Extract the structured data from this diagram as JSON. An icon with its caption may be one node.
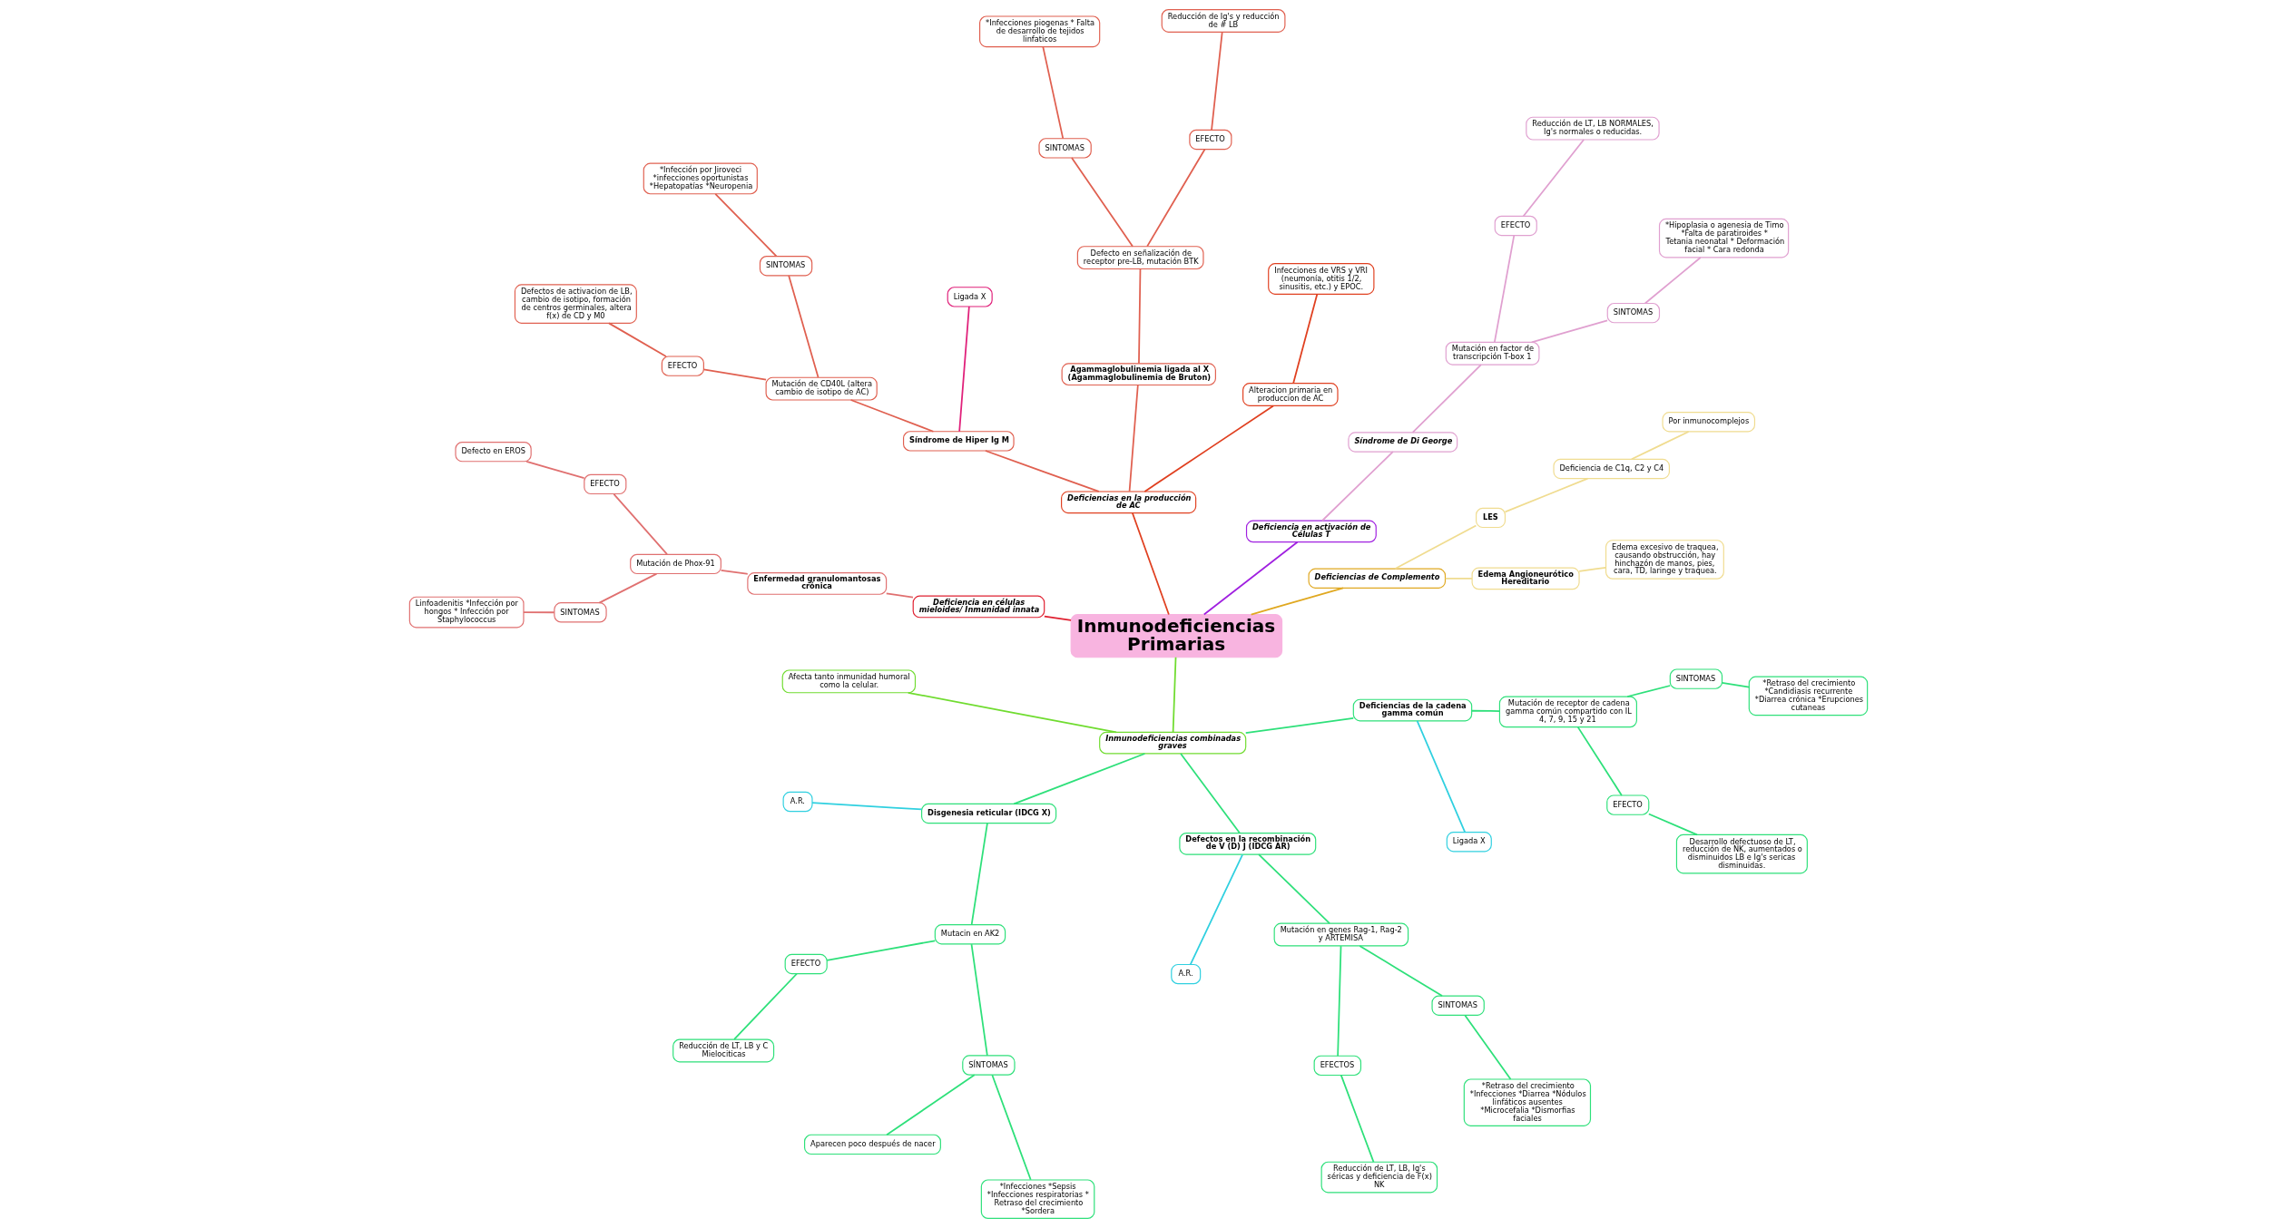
{
  "diagram": {
    "nodes": [
      {
        "text": [
          "Inmunodeficiencias Primarias"
        ]
      },
      {
        "text": [
          "Deficiencias de Complemento"
        ]
      },
      {
        "text": [
          "Edema Angioneurótico Hereditario"
        ]
      },
      {
        "text": [
          "Edema excesivo de traquea, causando obstrucción, hay hinchazón de manos, pies, cara, TD, laringe y traquea."
        ]
      },
      {
        "text": [
          "LES"
        ]
      },
      {
        "text": [
          "Deficiencia de C1q, C2 y C4"
        ]
      },
      {
        "text": [
          "Por inmunocomplejos"
        ]
      },
      {
        "text": [
          "Deficiencia en activación de Células T"
        ]
      },
      {
        "text": [
          "Síndrome de Di George"
        ]
      },
      {
        "text": [
          "*Hipoplasia o agenesia de Timo *Falta de paratiroides * Tetania neonatal * Deformación facial * Cara redonda"
        ]
      },
      {
        "text": [
          "SINTOMAS"
        ]
      },
      {
        "text": [
          "Mutación en factor de transcripción T-box 1"
        ]
      },
      {
        "text": [
          "EFECTO"
        ]
      },
      {
        "text": [
          "Reducción de LT, LB NORMALES, Ig's normales o reducidas."
        ]
      },
      {
        "text": [
          "Deficiencias en la producción de AC"
        ]
      },
      {
        "text": [
          "Alteracion primaria en produccion de AC"
        ]
      },
      {
        "text": [
          "Infecciones de VRS y VRI (neumonía, otitis 1/2, sinusitis, etc.) y EPOC."
        ]
      },
      {
        "text": [
          "Agammaglobulinemia ligada al X (Agammaglobulinemia de Bruton)"
        ]
      },
      {
        "text": [
          "Defecto en señalización de receptor pre-LB, mutación BTK"
        ]
      },
      {
        "text": [
          "EFECTO"
        ]
      },
      {
        "text": [
          "Reducción de Ig's y reducción de # LB"
        ]
      },
      {
        "text": [
          "SINTOMAS"
        ]
      },
      {
        "text": [
          "*Infecciones piogenas * Falta de desarrollo de tejidos linfaticos"
        ]
      },
      {
        "text": [
          "Síndrome de Hiper Ig M"
        ]
      },
      {
        "text": [
          "Ligada X"
        ]
      },
      {
        "text": [
          "Mutación de CD40L (altera cambio de isotipo de AC)"
        ]
      },
      {
        "text": [
          "SINTOMAS"
        ]
      },
      {
        "text": [
          "*Infección por Jiroveci *infecciones oportunistas *Hepatopatías *Neuropenia"
        ]
      },
      {
        "text": [
          "EFECTO"
        ]
      },
      {
        "text": [
          "Defectos de activacion de LB, cambio de isotipo, formación de centros germinales, altera f(x) de CD y M0"
        ]
      },
      {
        "text": [
          "Deficiencia en células mieloides/ Inmunidad innata"
        ]
      },
      {
        "text": [
          "Enfermedad granulomantosas crónica"
        ]
      },
      {
        "text": [
          "Mutación de Phox-91"
        ]
      },
      {
        "text": [
          "EFECTO"
        ]
      },
      {
        "text": [
          "Defecto en EROS"
        ]
      },
      {
        "text": [
          "SINTOMAS"
        ]
      },
      {
        "text": [
          "Linfoadenitis *Infección por hongos * Infección por Staphylococcus"
        ]
      },
      {
        "text": [
          "Inmunodeficiencias combinadas graves"
        ]
      },
      {
        "text": [
          "Afecta tanto inmunidad humoral como la celular."
        ]
      },
      {
        "text": [
          "Disgenesia reticular (IDCG X)"
        ]
      },
      {
        "text": [
          "A.R."
        ]
      },
      {
        "text": [
          "Mutacin en AK2"
        ]
      },
      {
        "text": [
          "EFECTO"
        ]
      },
      {
        "text": [
          "Reducción de LT, LB y C Mielociticas"
        ]
      },
      {
        "text": [
          "SÍNTOMAS"
        ]
      },
      {
        "text": [
          "Aparecen poco después de nacer"
        ]
      },
      {
        "text": [
          "*Infecciones *Sepsis *Infecciones respiratorias * Retraso del crecimiento *Sordera"
        ]
      },
      {
        "text": [
          "Defectos en la recombinación de V (D) J (IDCG AR)"
        ]
      },
      {
        "text": [
          "A.R."
        ]
      },
      {
        "text": [
          "Mutación en genes Rag-1, Rag-2 y ARTEMISA"
        ]
      },
      {
        "text": [
          "EFECTOS"
        ]
      },
      {
        "text": [
          "Reducción de LT, LB, Ig's séricas y deficiencia de F(x) NK"
        ]
      },
      {
        "text": [
          "SINTOMAS"
        ]
      },
      {
        "text": [
          "*Retraso del crecimiento *Infecciones *Diarrea *Nódulos linfáticos ausentes *Microcefalia *Dismorfias faciales"
        ]
      },
      {
        "text": [
          "Deficiencias de la cadena gamma común"
        ]
      },
      {
        "text": [
          "Ligada X"
        ]
      },
      {
        "text": [
          "Mutación de receptor de cadena gamma común compartido con IL 4, 7, 9, 15 y 21"
        ]
      },
      {
        "text": [
          "EFECTO"
        ]
      },
      {
        "text": [
          "Desarrollo defectuoso de LT, reducción de NK, aumentados o disminuidos LB e Ig's sericas disminuidas."
        ]
      },
      {
        "text": [
          "SINTOMAS"
        ]
      },
      {
        "text": [
          "*Retraso del crecimiento *Candidiasis recurrente *Diarrea crónica *Erupciones cutaneas"
        ]
      }
    ],
    "edges": [
      {
        "from": 0,
        "to": 1,
        "arrow": "none",
        "color": "#e0a820"
      },
      {
        "from": 1,
        "to": 2,
        "arrow": "none",
        "color": "#f0dc90"
      },
      {
        "from": 2,
        "to": 3,
        "arrow": "none",
        "color": "#f0dc90"
      },
      {
        "from": 1,
        "to": 4,
        "arrow": "none",
        "color": "#f0dc90"
      },
      {
        "from": 4,
        "to": 5,
        "arrow": "none",
        "color": "#f0dc90"
      },
      {
        "from": 5,
        "to": 6,
        "arrow": "none",
        "color": "#f0dc90"
      },
      {
        "from": 0,
        "to": 7,
        "arrow": "none",
        "color": "#a020e0"
      },
      {
        "from": 7,
        "to": 8,
        "arrow": "none",
        "color": "#e0a0d0"
      },
      {
        "from": 8,
        "to": 11,
        "arrow": "none",
        "color": "#e0a0d0"
      },
      {
        "from": 11,
        "to": 10,
        "arrow": "none",
        "color": "#e0a0d0"
      },
      {
        "from": 10,
        "to": 9,
        "arrow": "none",
        "color": "#e0a0d0"
      },
      {
        "from": 11,
        "to": 12,
        "arrow": "none",
        "color": "#e0a0d0"
      },
      {
        "from": 12,
        "to": 13,
        "arrow": "none",
        "color": "#e0a0d0"
      },
      {
        "from": 0,
        "to": 14,
        "arrow": "none",
        "color": "#e04020"
      },
      {
        "from": 14,
        "to": 15,
        "arrow": "none",
        "color": "#e04020"
      },
      {
        "from": 15,
        "to": 16,
        "arrow": "none",
        "color": "#e04020"
      },
      {
        "from": 14,
        "to": 17,
        "arrow": "none",
        "color": "#e06050"
      },
      {
        "from": 17,
        "to": 18,
        "arrow": "none",
        "color": "#e06050"
      },
      {
        "from": 18,
        "to": 19,
        "arrow": "none",
        "color": "#e06050"
      },
      {
        "from": 19,
        "to": 20,
        "arrow": "none",
        "color": "#e06050"
      },
      {
        "from": 18,
        "to": 21,
        "arrow": "none",
        "color": "#e06050"
      },
      {
        "from": 21,
        "to": 22,
        "arrow": "none",
        "color": "#e06050"
      },
      {
        "from": 14,
        "to": 23,
        "arrow": "none",
        "color": "#e06050"
      },
      {
        "from": 23,
        "to": 24,
        "arrow": "none",
        "color": "#e0207a"
      },
      {
        "from": 23,
        "to": 25,
        "arrow": "none",
        "color": "#e06050"
      },
      {
        "from": 25,
        "to": 26,
        "arrow": "none",
        "color": "#e06050"
      },
      {
        "from": 26,
        "to": 27,
        "arrow": "none",
        "color": "#e06050"
      },
      {
        "from": 25,
        "to": 28,
        "arrow": "none",
        "color": "#e06050"
      },
      {
        "from": 28,
        "to": 29,
        "arrow": "none",
        "color": "#e06050"
      },
      {
        "from": 0,
        "to": 30,
        "arrow": "none",
        "color": "#e02030"
      },
      {
        "from": 30,
        "to": 31,
        "arrow": "none",
        "color": "#e07070"
      },
      {
        "from": 31,
        "to": 32,
        "arrow": "none",
        "color": "#e07070"
      },
      {
        "from": 32,
        "to": 33,
        "arrow": "none",
        "color": "#e07070"
      },
      {
        "from": 33,
        "to": 34,
        "arrow": "none",
        "color": "#e07070"
      },
      {
        "from": 32,
        "to": 35,
        "arrow": "none",
        "color": "#e07070"
      },
      {
        "from": 35,
        "to": 36,
        "arrow": "none",
        "color": "#e07070"
      },
      {
        "from": 0,
        "to": 37,
        "arrow": "none",
        "color": "#70dc30"
      },
      {
        "from": 37,
        "to": 38,
        "arrow": "none",
        "color": "#70dc30"
      },
      {
        "from": 37,
        "to": 39,
        "arrow": "none"
      },
      {
        "from": 39,
        "to": 40,
        "arrow": "none",
        "color": "#30d0e0"
      },
      {
        "from": 39,
        "to": 41,
        "arrow": "none"
      },
      {
        "from": 41,
        "to": 42,
        "arrow": "none"
      },
      {
        "from": 42,
        "to": 43,
        "arrow": "none"
      },
      {
        "from": 41,
        "to": 44,
        "arrow": "none"
      },
      {
        "from": 44,
        "to": 45,
        "arrow": "none"
      },
      {
        "from": 44,
        "to": 46,
        "arrow": "none"
      },
      {
        "from": 37,
        "to": 47,
        "arrow": "none"
      },
      {
        "from": 47,
        "to": 48,
        "arrow": "none",
        "color": "#30d0e0"
      },
      {
        "from": 47,
        "to": 49,
        "arrow": "none"
      },
      {
        "from": 49,
        "to": 50,
        "arrow": "none"
      },
      {
        "from": 50,
        "to": 51,
        "arrow": "none"
      },
      {
        "from": 49,
        "to": 52,
        "arrow": "none"
      },
      {
        "from": 52,
        "to": 53,
        "arrow": "none"
      },
      {
        "from": 37,
        "to": 54,
        "arrow": "none"
      },
      {
        "from": 54,
        "to": 55,
        "arrow": "none",
        "color": "#30d0e0"
      },
      {
        "from": 54,
        "to": 56,
        "arrow": "none"
      },
      {
        "from": 56,
        "to": 57,
        "arrow": "none"
      },
      {
        "from": 57,
        "to": 58,
        "arrow": "none"
      },
      {
        "from": 56,
        "to": 59,
        "arrow": "none"
      },
      {
        "from": 59,
        "to": 60,
        "arrow": "none"
      }
    ]
  }
}
